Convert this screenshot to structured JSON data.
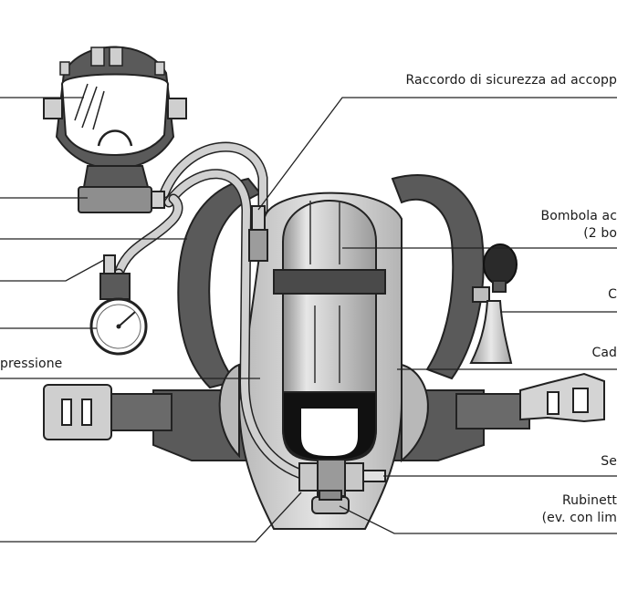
{
  "labels": {
    "raccordo": "Raccordo di sicurezza ad accopp",
    "bombola_line1": "Bombola ac",
    "bombola_line2": "(2 bo",
    "c": "C",
    "cad": "Cad",
    "pressione": "pressione",
    "se": "Se",
    "rubinetto_line1": "Rubinett",
    "rubinetto_line2": "(ev. con lim"
  },
  "colors": {
    "background": "#ffffff",
    "ink": "#1a1a1a",
    "strap": "#5a5a5a",
    "metal_light": "#d6d6d6",
    "metal_mid": "#a7a7a7",
    "hose": "#c8c8c8",
    "black": "#111111"
  }
}
